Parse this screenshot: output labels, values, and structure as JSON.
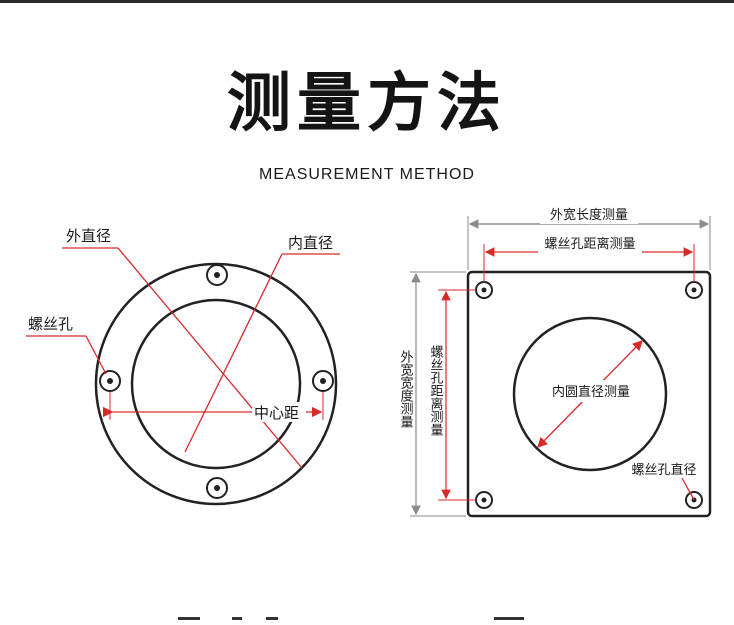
{
  "header": {
    "title": "测量方法",
    "subtitle": "MEASUREMENT METHOD"
  },
  "round_flange": {
    "outer_diameter_label": "外直径",
    "inner_diameter_label": "内直径",
    "bolt_hole_label": "螺丝孔",
    "center_distance_label": "中心距"
  },
  "square_flange": {
    "outer_length_label": "外宽长度测量",
    "hole_distance_top_label": "螺丝孔距离测量",
    "outer_width_label": "外宽宽度测量",
    "hole_distance_side_label": "螺丝孔距离测量",
    "inner_circle_label": "内圆直径测量",
    "hole_diameter_label": "螺丝孔直径"
  },
  "colors": {
    "accent_red": "#d62a2a",
    "line_dark": "#222222",
    "dim_grey": "#8a8a8a"
  }
}
